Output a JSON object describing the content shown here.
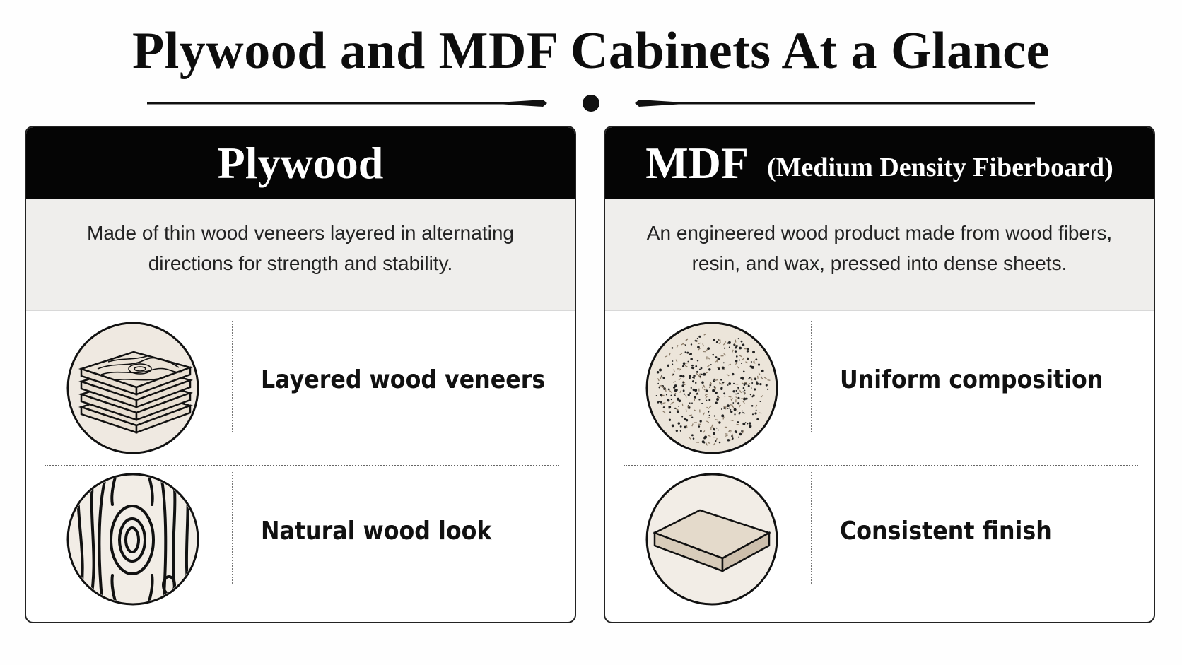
{
  "title": "Plywood and MDF Cabinets At a Glance",
  "panels": [
    {
      "heading": "Plywood",
      "subheading": "",
      "description": "Made of thin wood veneers layered in alternating directions for strength and stability.",
      "features": [
        {
          "label": "Layered wood veneers",
          "icon": "layered-veneers-icon"
        },
        {
          "label": "Natural wood look",
          "icon": "wood-grain-icon"
        }
      ]
    },
    {
      "heading": "MDF",
      "subheading": "(Medium Density Fiberboard)",
      "description": "An engineered wood product made from wood fibers, resin, and wax, pressed into dense sheets.",
      "features": [
        {
          "label": "Uniform composition",
          "icon": "wood-fiber-icon"
        },
        {
          "label": "Consistent finish",
          "icon": "board-sheet-icon"
        }
      ]
    }
  ],
  "colors": {
    "header_bg": "#050505",
    "description_bg": "#efeeec",
    "icon_fill": "#ece5da"
  }
}
